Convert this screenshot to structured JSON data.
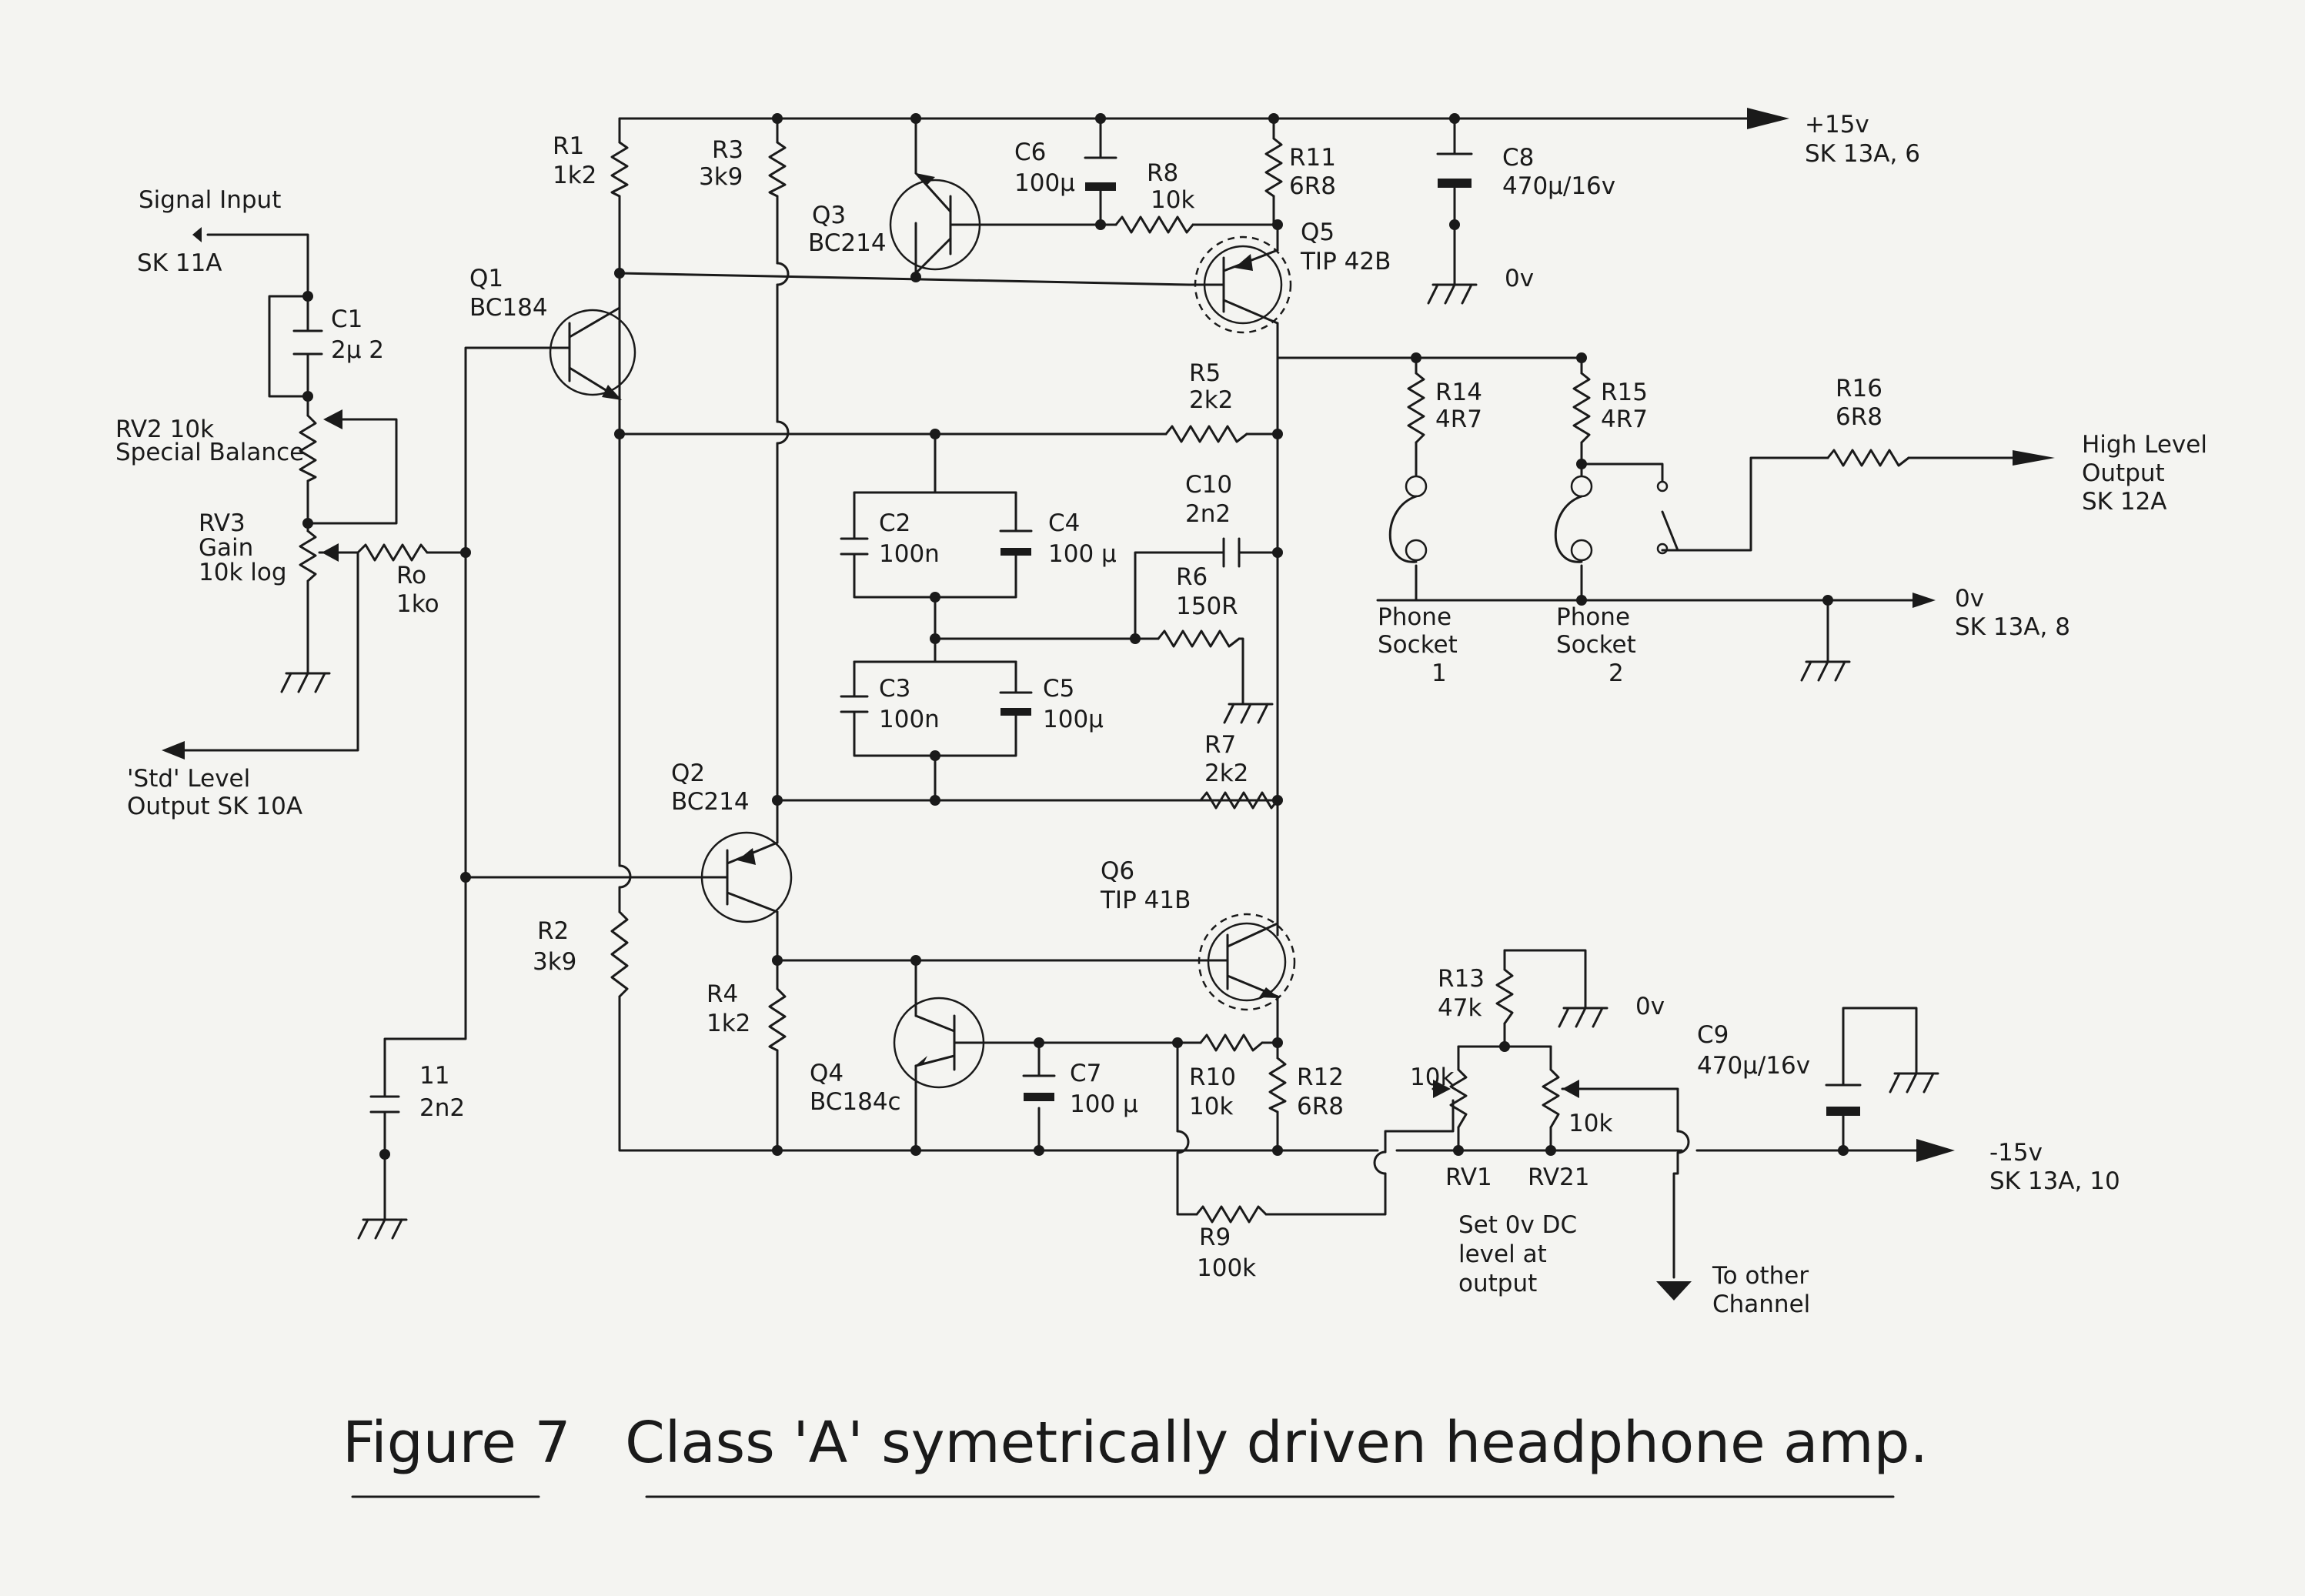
{
  "caption": "Figure 7   Class 'A' symetrically driven headphone amp.",
  "labels": {
    "signal_input": "Signal Input",
    "sk11a": "SK 11A",
    "c1": "C1",
    "c1_val": "2μ 2",
    "rv2": "RV2 10k",
    "rv2_desc": "Special Balance",
    "rv3": "RV3",
    "rv3_gain": "Gain",
    "rv3_val": "10k log",
    "ro": "Ro",
    "ro_val": "1ko",
    "std_level": "'Std' Level",
    "std_output": "Output SK 10A",
    "c11": "11",
    "c11_val": "2n2",
    "r1": "R1",
    "r1_val": "1k2",
    "q1": "Q1",
    "q1_type": "BC184",
    "r3": "R3",
    "r3_val": "3k9",
    "q3": "Q3",
    "q3_type": "BC214",
    "c6": "C6",
    "c6_val": "100μ",
    "r8": "R8",
    "r8_val": "10k",
    "r11": "R11",
    "r11_val": "6R8",
    "q5": "Q5",
    "q5_type": "TIP 42B",
    "c8": "C8",
    "c8_val": "470μ/16v",
    "c8_gnd": "0v",
    "plus15": "+15v",
    "sk13a6": "SK 13A, 6",
    "r5": "R5",
    "r5_val": "2k2",
    "c2": "C2",
    "c2_val": "100n",
    "c4": "C4",
    "c4_val": "100 μ",
    "c10": "C10",
    "c10_val": "2n2",
    "r6": "R6",
    "r6_val": "150R",
    "c3": "C3",
    "c3_val": "100n",
    "c5": "C5",
    "c5_val": "100μ",
    "r7": "R7",
    "r7_val": "2k2",
    "q2": "Q2",
    "q2_type": "BC214",
    "r2": "R2",
    "r2_val": "3k9",
    "q6": "Q6",
    "q6_type": "TIP 41B",
    "r4": "R4",
    "r4_val": "1k2",
    "q4": "Q4",
    "q4_type": "BC184c",
    "c7": "C7",
    "c7_val": "100 μ",
    "r10": "R10",
    "r10_val": "10k",
    "r12": "R12",
    "r12_val": "6R8",
    "r9": "R9",
    "r9_val": "100k",
    "r14": "R14",
    "r14_val": "4R7",
    "r15": "R15",
    "r15_val": "4R7",
    "r16": "R16",
    "r16_val": "6R8",
    "high_level_1": "High Level",
    "high_level_2": "Output",
    "high_level_3": "SK 12A",
    "phone1_a": "Phone",
    "phone1_b": "Socket",
    "phone1_c": "1",
    "phone2_a": "Phone",
    "phone2_b": "Socket",
    "phone2_c": "2",
    "zero_v": "0v",
    "sk13a8": "SK 13A, 8",
    "r13": "R13",
    "r13_val": "47k",
    "r13_gnd": "0v",
    "rv1_val": "10k",
    "rv21_val": "10k",
    "rv1": "RV1",
    "rv21": "RV21",
    "set_1": "Set 0v DC",
    "set_2": "level at",
    "set_3": "output",
    "to_other_1": "To other",
    "to_other_2": "Channel",
    "c9": "C9",
    "c9_val": "470μ/16v",
    "minus15": "-15v",
    "sk13a10": "SK 13A, 10"
  }
}
